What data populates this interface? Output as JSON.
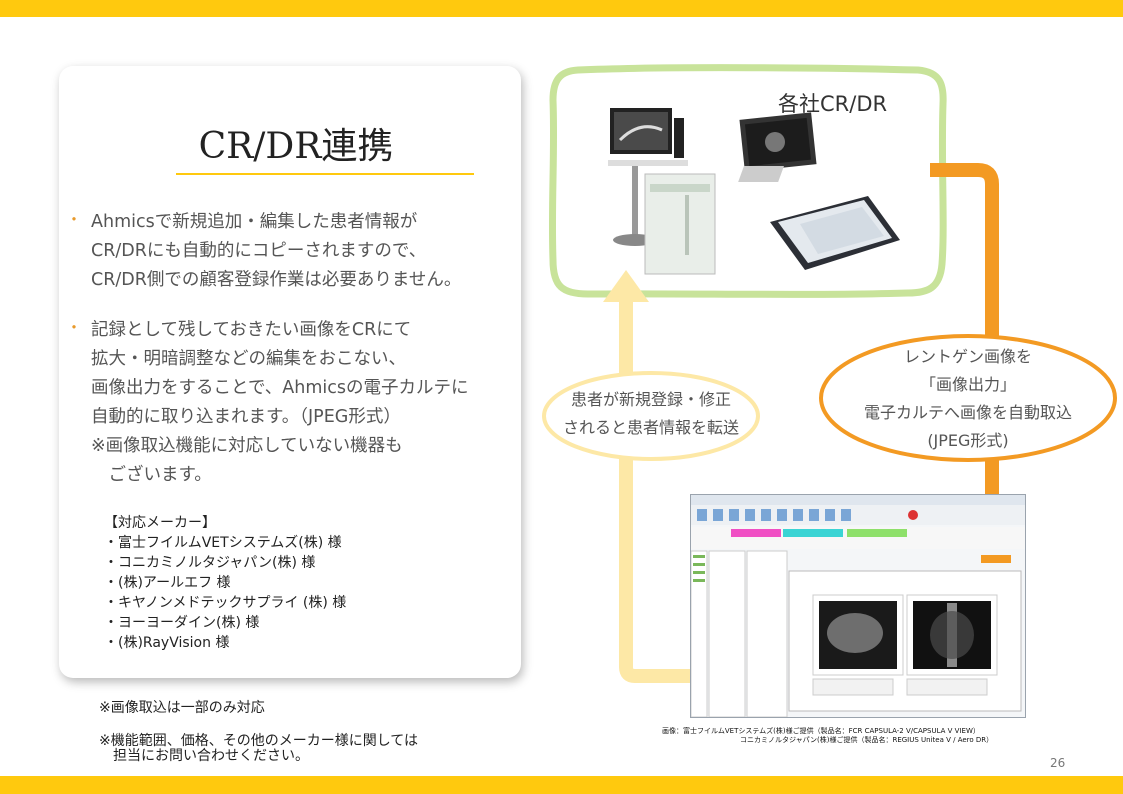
{
  "slide": {
    "title": "CR/DR連携",
    "page_number": "26"
  },
  "bullets": [
    {
      "lines": [
        "Ahmicsで新規追加・編集した患者情報が",
        "CR/DRにも自動的にコピーされますので、",
        "CR/DR側での顧客登録作業は必要ありません。"
      ]
    },
    {
      "lines": [
        "記録として残しておきたい画像をCRにて",
        "拡大・明暗調整などの編集をおこない、",
        "画像出力をすることで、Ahmicsの電子カルテに",
        "自動的に取り込まれます。（JPEG形式）",
        "※画像取込機能に対応していない機器も",
        "　ございます。"
      ]
    }
  ],
  "makers": {
    "heading": "【対応メーカー】",
    "items": [
      "・富士フイルムVETシステムズ(株) 様",
      "・コニカミノルタジャパン(株) 様",
      "・(株)アールエフ 様",
      "・キヤノンメドテックサプライ (株) 様",
      "・ヨーヨーダイン(株) 様",
      "・(株)RayVision 様"
    ]
  },
  "notes": {
    "image_capture": "※画像取込は一部のみ対応",
    "scope_line1": "※機能範囲、価格、その他のメーカー様に関しては",
    "scope_line2": "　担当にお問い合わせください。"
  },
  "diagram": {
    "cr_label": "各社CR/DR",
    "left_bubble": [
      "患者が新規登録・修正",
      "されると患者情報を転送"
    ],
    "right_bubble": [
      "レントゲン画像を",
      "「画像出力」",
      "電子カルテへ画像を自動取込",
      "(JPEG形式)"
    ],
    "credit_line1": "画像：富士フイルムVETシステムズ(株)様ご提供（製品名：FCR CAPSULA-2 V/CAPSULA V VIEW）",
    "credit_line2": "コニカミノルタジャパン(株)様ご提供（製品名：REGIUS Unitea V / Aero DR）"
  },
  "colors": {
    "accent_yellow": "#ffc90e",
    "green_frame": "#c8e39a",
    "orange_arrow": "#f39a23",
    "light_yellow_arrow": "#fde8a6"
  }
}
